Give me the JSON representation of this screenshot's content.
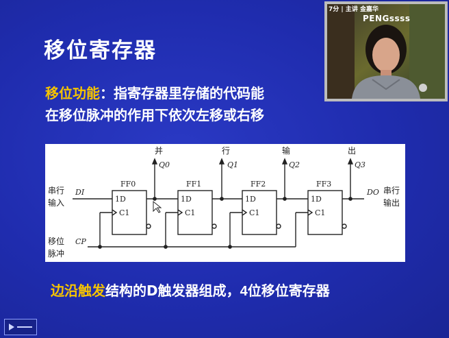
{
  "slide": {
    "title": "移位寄存器",
    "definition_keyword": "移位功能",
    "definition_line1_rest": "：指寄存器里存储的代码能",
    "definition_line2": "在移位脉冲的作用下依次左移或右移",
    "bottom_keyword": "边沿触发",
    "bottom_rest": "结构的D触发器组成，",
    "bottom_bold": "4",
    "bottom_end": "位移位寄存器"
  },
  "diagram": {
    "top_labels": [
      "并",
      "行",
      "输",
      "出"
    ],
    "outputs": [
      "Q0",
      "Q1",
      "Q2",
      "Q3"
    ],
    "flipflops": [
      "FF0",
      "FF1",
      "FF2",
      "FF3"
    ],
    "d_pin": "1D",
    "c_pin": "C1",
    "serial_in_label_line1": "串行",
    "serial_in_label_line2": "输入",
    "serial_in_signal": "DI",
    "serial_out_signal": "DO",
    "serial_out_label_line1": "串行",
    "serial_out_label_line2": "输出",
    "clock_label_line1": "移位",
    "clock_label_line2": "脉冲",
    "clock_signal": "CP"
  },
  "video": {
    "header": "7分 | 主讲    金嘉华",
    "watermark": "PENGssss"
  }
}
